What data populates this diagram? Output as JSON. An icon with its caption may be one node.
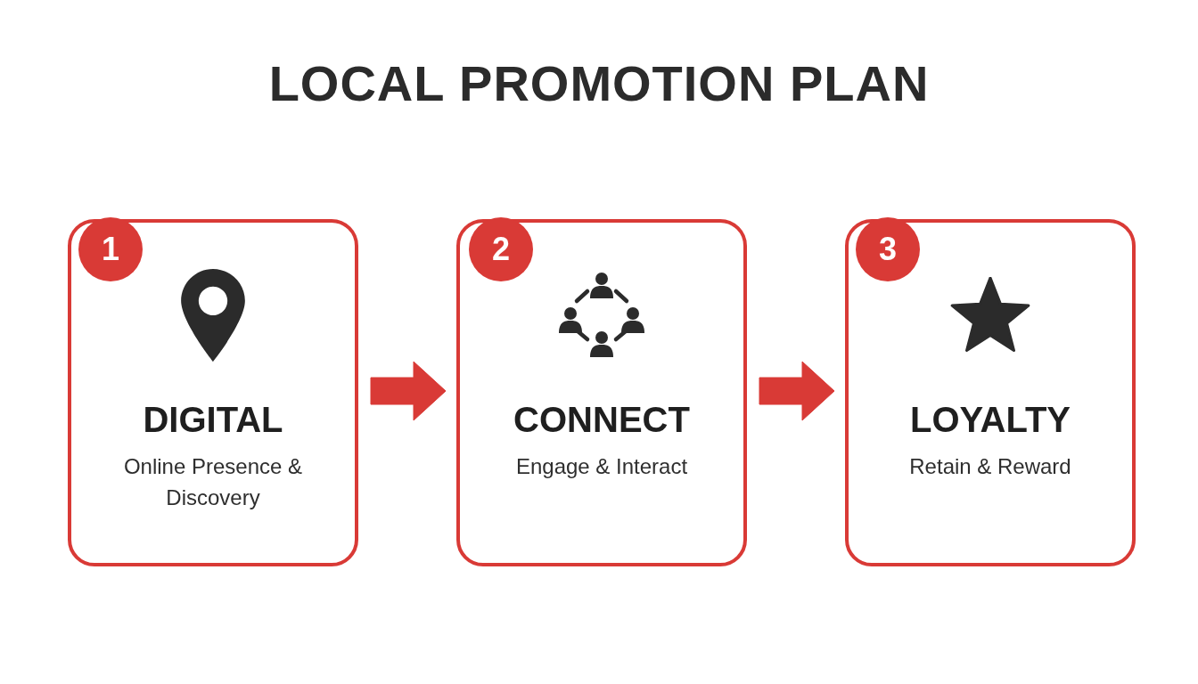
{
  "diagram": {
    "title": "LOCAL PROMOTION PLAN",
    "nodes": [
      {
        "text": [
          "DIGITAL",
          "Online Presence & Discovery"
        ]
      },
      {
        "text": [
          "CONNECT",
          "Engage & Interact"
        ]
      },
      {
        "text": [
          "LOYALTY",
          "Retain & Reward"
        ]
      }
    ],
    "edges": [
      {
        "from": 0,
        "to": 1,
        "arrow": "to"
      },
      {
        "from": 1,
        "to": 2,
        "arrow": "to"
      }
    ],
    "labels": [
      "1",
      "2",
      "3"
    ]
  }
}
